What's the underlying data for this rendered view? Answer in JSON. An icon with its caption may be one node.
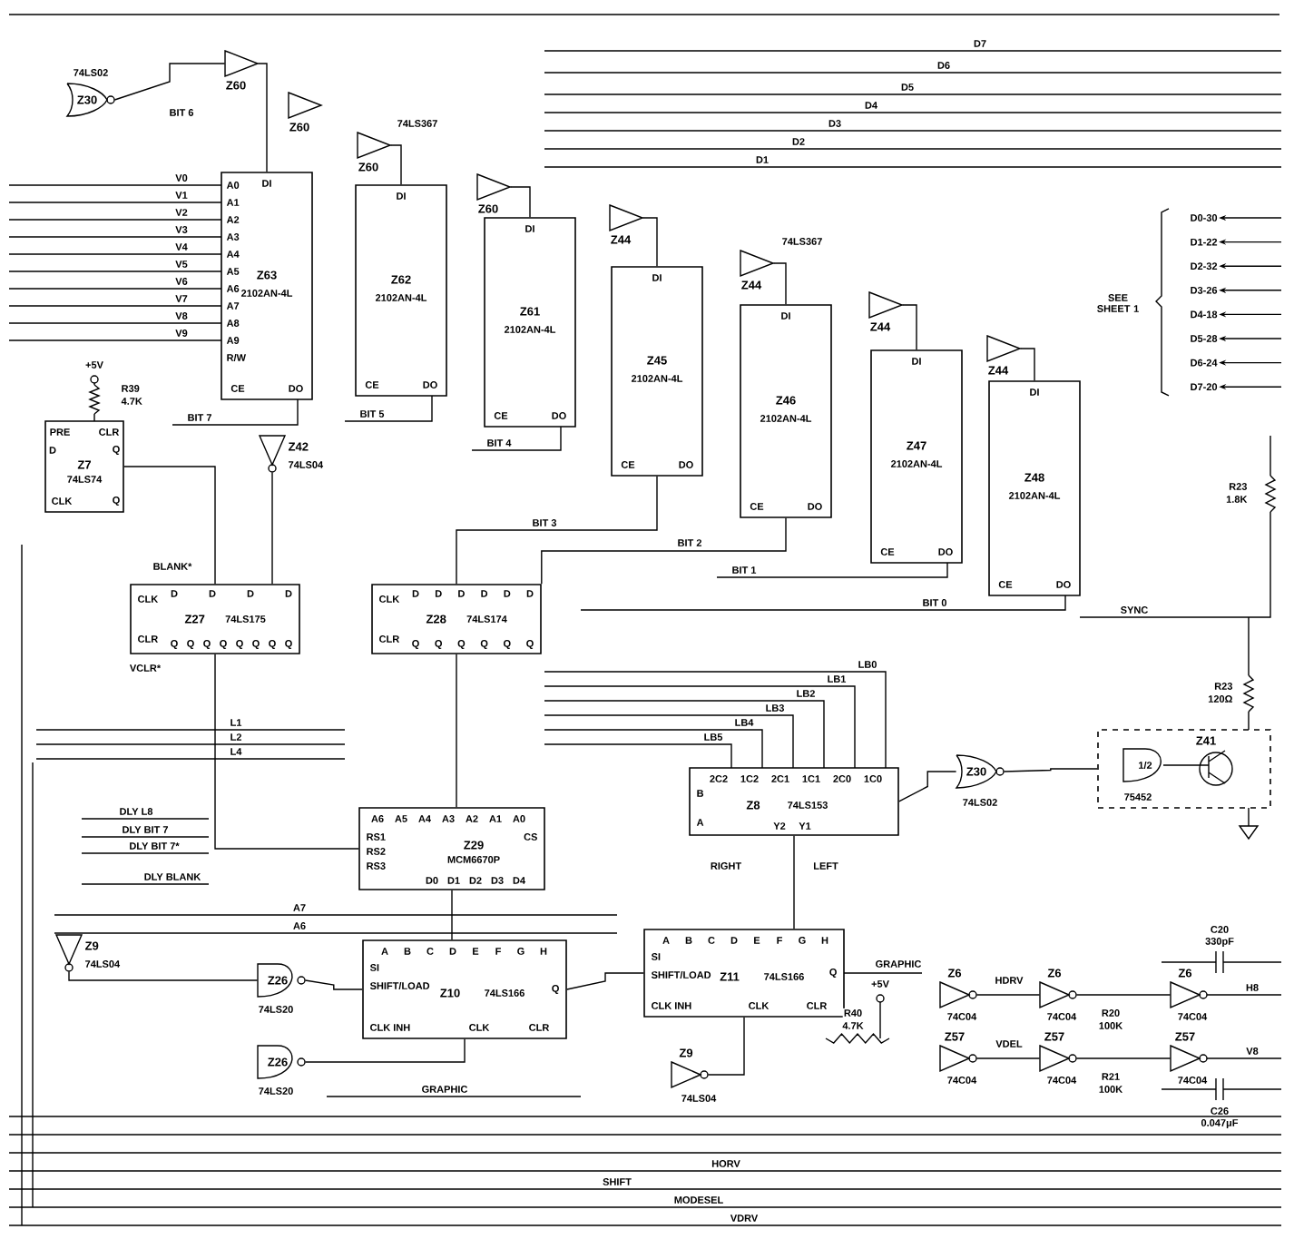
{
  "diagram": {
    "nodes": [
      {
        "text": [
          "Z30"
        ],
        "beside": [
          "74LS02"
        ]
      },
      {
        "text": [
          "Z60"
        ]
      },
      {
        "text": [
          "Z60"
        ]
      },
      {
        "text": [
          "Z60"
        ],
        "beside": [
          "74LS367"
        ]
      },
      {
        "text": [
          "Z60"
        ]
      },
      {
        "text": [
          "Z44"
        ]
      },
      {
        "text": [
          "Z44"
        ],
        "beside": [
          "74LS367"
        ]
      },
      {
        "text": [
          "Z44"
        ]
      },
      {
        "text": [
          "Z44"
        ]
      },
      {
        "text": [
          "DI",
          "Z63",
          "2102AN-4L",
          "CE",
          "DO",
          "A0",
          "A1",
          "A2",
          "A3",
          "A4",
          "A5",
          "A6",
          "A7",
          "A8",
          "A9",
          "R/W"
        ]
      },
      {
        "text": [
          "DI",
          "Z62",
          "2102AN-4L",
          "CE",
          "DO"
        ]
      },
      {
        "text": [
          "DI",
          "Z61",
          "2102AN-4L",
          "CE",
          "DO"
        ]
      },
      {
        "text": [
          "DI",
          "Z45",
          "2102AN-4L",
          "CE",
          "DO"
        ]
      },
      {
        "text": [
          "DI",
          "Z46",
          "2102AN-4L",
          "CE",
          "DO"
        ]
      },
      {
        "text": [
          "DI",
          "Z47",
          "2102AN-4L",
          "CE",
          "DO"
        ]
      },
      {
        "text": [
          "DI",
          "Z48",
          "2102AN-4L",
          "CE",
          "DO"
        ]
      },
      {
        "text": [
          "Z42"
        ],
        "beside": [
          "74LS04"
        ]
      },
      {
        "text": [
          "PRE",
          "CLR",
          "D",
          "Q",
          "Z7",
          "74LS74",
          "CLK",
          "Q"
        ]
      },
      {
        "text": [
          "Z27",
          "74LS175",
          "CLK",
          "CLR",
          "D",
          "D",
          "D",
          "D",
          "Q",
          "Q",
          "Q",
          "Q",
          "Q",
          "Q",
          "Q",
          "Q"
        ]
      },
      {
        "text": [
          "Z28",
          "74LS174",
          "CLK",
          "CLR",
          "D",
          "D",
          "D",
          "D",
          "D",
          "D",
          "Q",
          "Q",
          "Q",
          "Q",
          "Q",
          "Q"
        ]
      },
      {
        "text": [
          "Z29",
          "MCM6670P",
          "A6",
          "A5",
          "A4",
          "A3",
          "A2",
          "A1",
          "A0",
          "RS1",
          "RS2",
          "RS3",
          "CS",
          "D0",
          "D1",
          "D2",
          "D3",
          "D4"
        ]
      },
      {
        "text": [
          "Z8",
          "74LS153",
          "2C2",
          "1C2",
          "2C1",
          "1C1",
          "2C0",
          "1C0",
          "B",
          "A",
          "Y2",
          "Y1"
        ]
      },
      {
        "text": [
          "Z30"
        ],
        "beside": [
          "74LS02"
        ]
      },
      {
        "text": [
          "Z41",
          "1/2",
          "75452"
        ]
      },
      {
        "text": [
          "Z26"
        ],
        "beside": [
          "74LS20"
        ]
      },
      {
        "text": [
          "Z26"
        ],
        "beside": [
          "74LS20"
        ]
      },
      {
        "text": [
          "Z10",
          "74LS166",
          "A",
          "B",
          "C",
          "D",
          "E",
          "F",
          "G",
          "H",
          "SI",
          "SHIFT/LOAD",
          "CLK INH",
          "CLK",
          "CLR",
          "Q"
        ]
      },
      {
        "text": [
          "Z11",
          "74LS166",
          "A",
          "B",
          "C",
          "D",
          "E",
          "F",
          "G",
          "H",
          "SI",
          "SHIFT/LOAD",
          "CLK INH",
          "CLK",
          "CLR",
          "Q"
        ]
      },
      {
        "text": [
          "Z9"
        ],
        "beside": [
          "74LS04"
        ]
      },
      {
        "text": [
          "Z9"
        ],
        "beside": [
          "74LS04"
        ]
      },
      {
        "text": [
          "Z6"
        ],
        "beside": [
          "74C04"
        ]
      },
      {
        "text": [
          "Z6"
        ],
        "beside": [
          "74C04"
        ]
      },
      {
        "text": [
          "Z6"
        ],
        "beside": [
          "74C04"
        ]
      },
      {
        "text": [
          "Z57"
        ],
        "beside": [
          "74C04"
        ]
      },
      {
        "text": [
          "Z57"
        ],
        "beside": [
          "74C04"
        ]
      },
      {
        "text": [
          "Z57"
        ],
        "beside": [
          "74C04"
        ]
      },
      {
        "text": [
          "D0-30"
        ]
      },
      {
        "text": [
          "D1-22"
        ]
      },
      {
        "text": [
          "D2-32"
        ]
      },
      {
        "text": [
          "D3-26"
        ]
      },
      {
        "text": [
          "D4-18"
        ]
      },
      {
        "text": [
          "D5-28"
        ]
      },
      {
        "text": [
          "D6-24"
        ]
      },
      {
        "text": [
          "D7-20"
        ]
      }
    ],
    "edges": [
      {
        "from": 0,
        "to": 1,
        "arrow": "none"
      },
      {
        "from": 1,
        "to": 9,
        "arrow": "none"
      },
      {
        "from": 3,
        "to": 10,
        "arrow": "none"
      },
      {
        "from": 4,
        "to": 11,
        "arrow": "none"
      },
      {
        "from": 5,
        "to": 12,
        "arrow": "none"
      },
      {
        "from": 6,
        "to": 13,
        "arrow": "none"
      },
      {
        "from": 7,
        "to": 14,
        "arrow": "none"
      },
      {
        "from": 8,
        "to": 15,
        "arrow": "none"
      },
      {
        "from": 16,
        "to": 18,
        "arrow": "none"
      },
      {
        "from": 17,
        "to": 18,
        "arrow": "none"
      },
      {
        "from": 18,
        "to": 20,
        "arrow": "none"
      },
      {
        "from": 19,
        "to": 20,
        "arrow": "none"
      },
      {
        "from": 20,
        "to": 26,
        "arrow": "none"
      },
      {
        "from": 21,
        "to": 22,
        "arrow": "none"
      },
      {
        "from": 22,
        "to": 23,
        "arrow": "none"
      },
      {
        "from": 21,
        "to": 27,
        "arrow": "none"
      },
      {
        "from": 24,
        "to": 26,
        "arrow": "none"
      },
      {
        "from": 25,
        "to": 26,
        "arrow": "none"
      },
      {
        "from": 28,
        "to": 24,
        "arrow": "none"
      },
      {
        "from": 29,
        "to": 27,
        "arrow": "none"
      },
      {
        "from": 30,
        "to": 31,
        "arrow": "none"
      },
      {
        "from": 31,
        "to": 32,
        "arrow": "none"
      },
      {
        "from": 33,
        "to": 34,
        "arrow": "none"
      },
      {
        "from": 34,
        "to": 35,
        "arrow": "none"
      },
      {
        "from": 26,
        "to": 27,
        "arrow": "none"
      },
      {
        "from": 12,
        "to": 19,
        "arrow": "none"
      },
      {
        "from": 13,
        "to": 19,
        "arrow": "none"
      },
      {
        "from": null,
        "to": 36,
        "arrow": "to"
      },
      {
        "from": null,
        "to": 37,
        "arrow": "to"
      },
      {
        "from": null,
        "to": 38,
        "arrow": "to"
      },
      {
        "from": null,
        "to": 39,
        "arrow": "to"
      },
      {
        "from": null,
        "to": 40,
        "arrow": "to"
      },
      {
        "from": null,
        "to": 41,
        "arrow": "to"
      },
      {
        "from": null,
        "to": 42,
        "arrow": "to"
      },
      {
        "from": null,
        "to": 43,
        "arrow": "to"
      }
    ],
    "labels": [
      "D7",
      "D6",
      "D5",
      "D4",
      "D3",
      "D2",
      "D1",
      "V0",
      "V1",
      "V2",
      "V3",
      "V4",
      "V5",
      "V6",
      "V7",
      "V8",
      "V9",
      "BIT 6",
      "BIT 7",
      "BIT 5",
      "BIT 4",
      "BIT 3",
      "BIT 2",
      "BIT 1",
      "BIT 0",
      "SEE SHEET 1",
      "+5V",
      "R39",
      "4.7K",
      "BLANK*",
      "VCLR*",
      "L1",
      "L2",
      "L4",
      "DLY L8",
      "DLY BIT 7",
      "DLY BIT 7*",
      "DLY BLANK",
      "A7",
      "A6",
      "LB0",
      "LB1",
      "LB2",
      "LB3",
      "LB4",
      "LB5",
      "RIGHT",
      "LEFT",
      "GRAPHIC",
      "GRAPHIC",
      "SHIFT",
      "HORV",
      "MODESEL",
      "VDRV",
      "SYNC",
      "R23",
      "1.8K",
      "R23",
      "120Ω",
      "+5V",
      "R40",
      "4.7K",
      "HDRV",
      "VDEL",
      "R20",
      "100K",
      "R21",
      "100K",
      "C20",
      "330pF",
      "C26",
      "0.047μF",
      "H8",
      "V8"
    ]
  }
}
